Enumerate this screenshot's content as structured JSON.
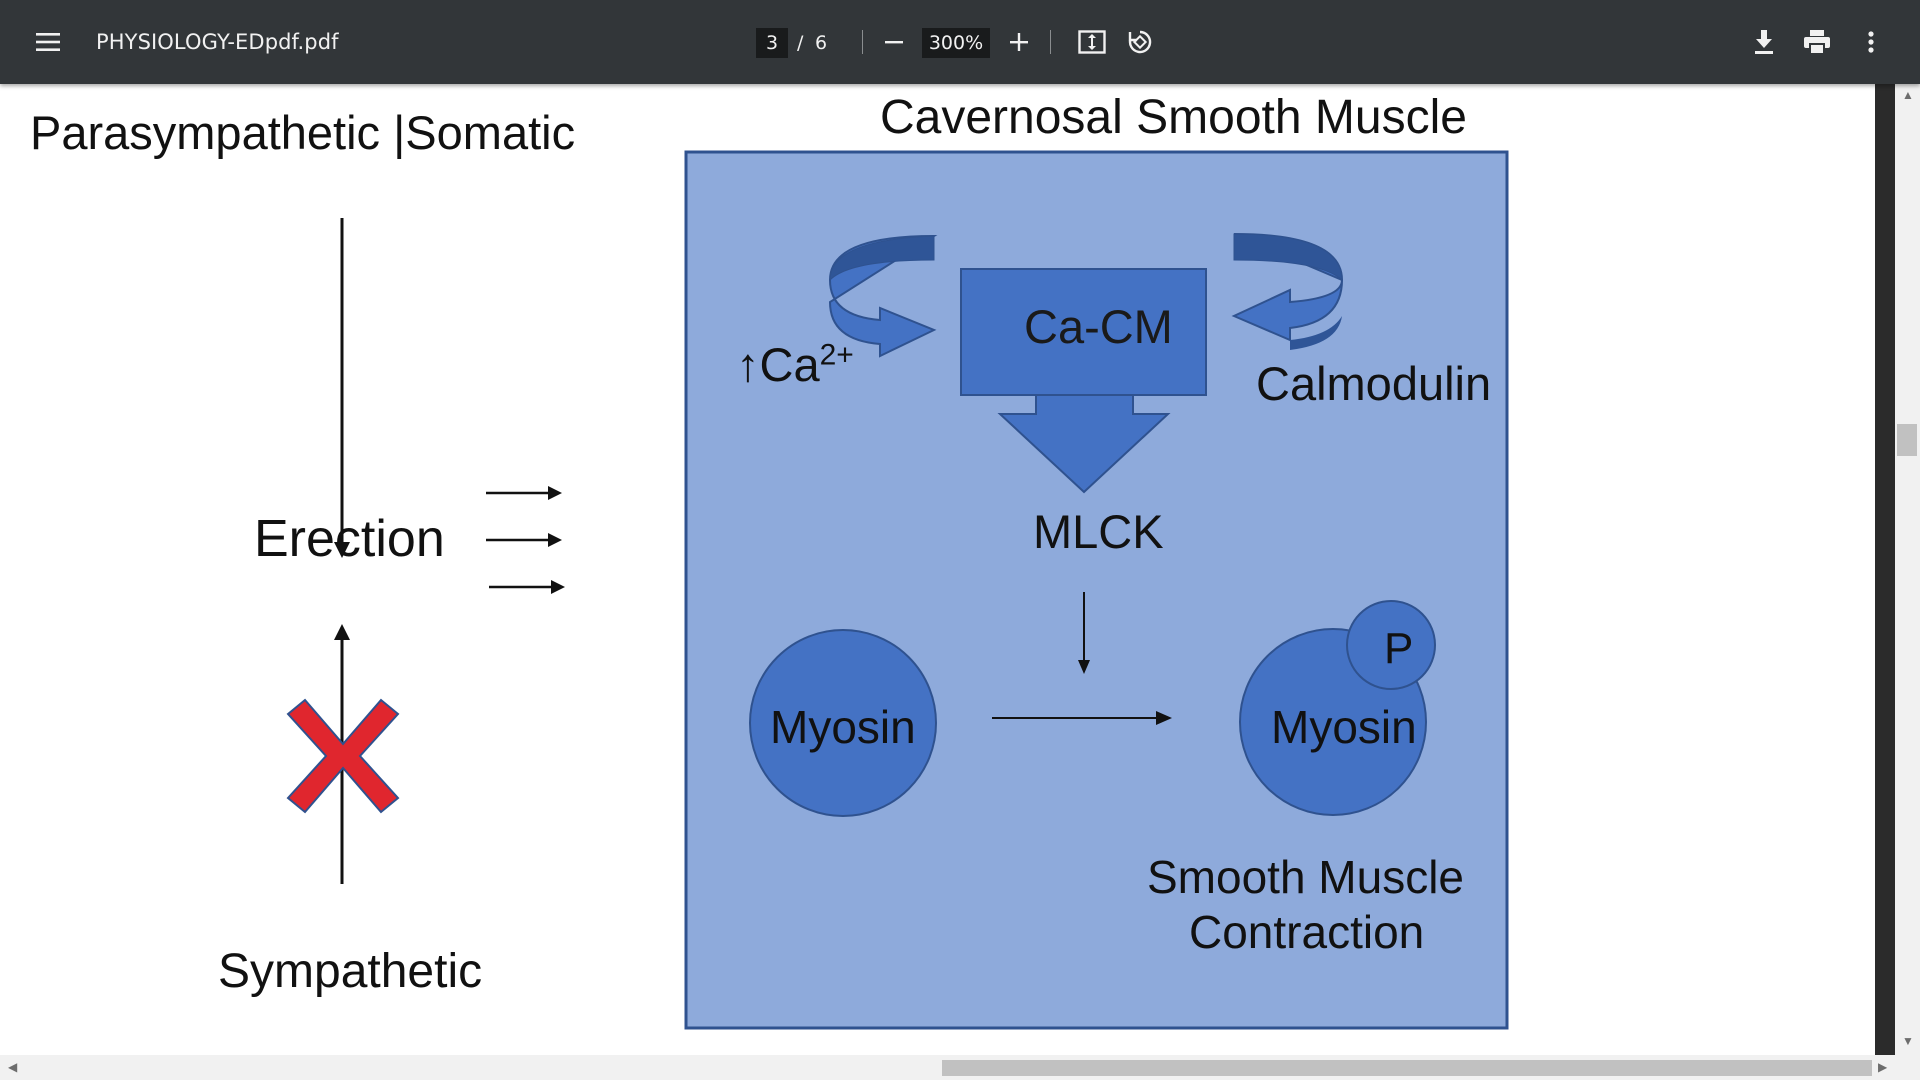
{
  "toolbar": {
    "file_name": "PHYSIOLOGY-EDpdf.pdf",
    "current_page": "3",
    "page_separator": "/",
    "total_pages": "6",
    "zoom": "300%"
  },
  "slide": {
    "left_heading": "Parasympathetic |Somatic",
    "erection_label": "Erection",
    "sympathetic_label": "Sympathetic",
    "box_title": "Cavernosal Smooth Muscle",
    "ca_cm_label": "Ca-CM",
    "ca_arrow": "↑",
    "ca_label": "Ca",
    "ca_superscript": "2+",
    "calmodulin_label": "Calmodulin",
    "mlck_label": "MLCK",
    "myosin_label": "Myosin",
    "myosin_p_label": "Myosin",
    "phosphate_label": "P",
    "result_line1": "Smooth Muscle",
    "result_line2": "Contraction"
  },
  "colors": {
    "toolbar_bg": "#323639",
    "box_fill": "#8eaadb",
    "box_stroke": "#2f528f",
    "shape_fill": "#4472c4",
    "shape_stroke": "#2f528f",
    "cross_fill": "#e0262e"
  }
}
